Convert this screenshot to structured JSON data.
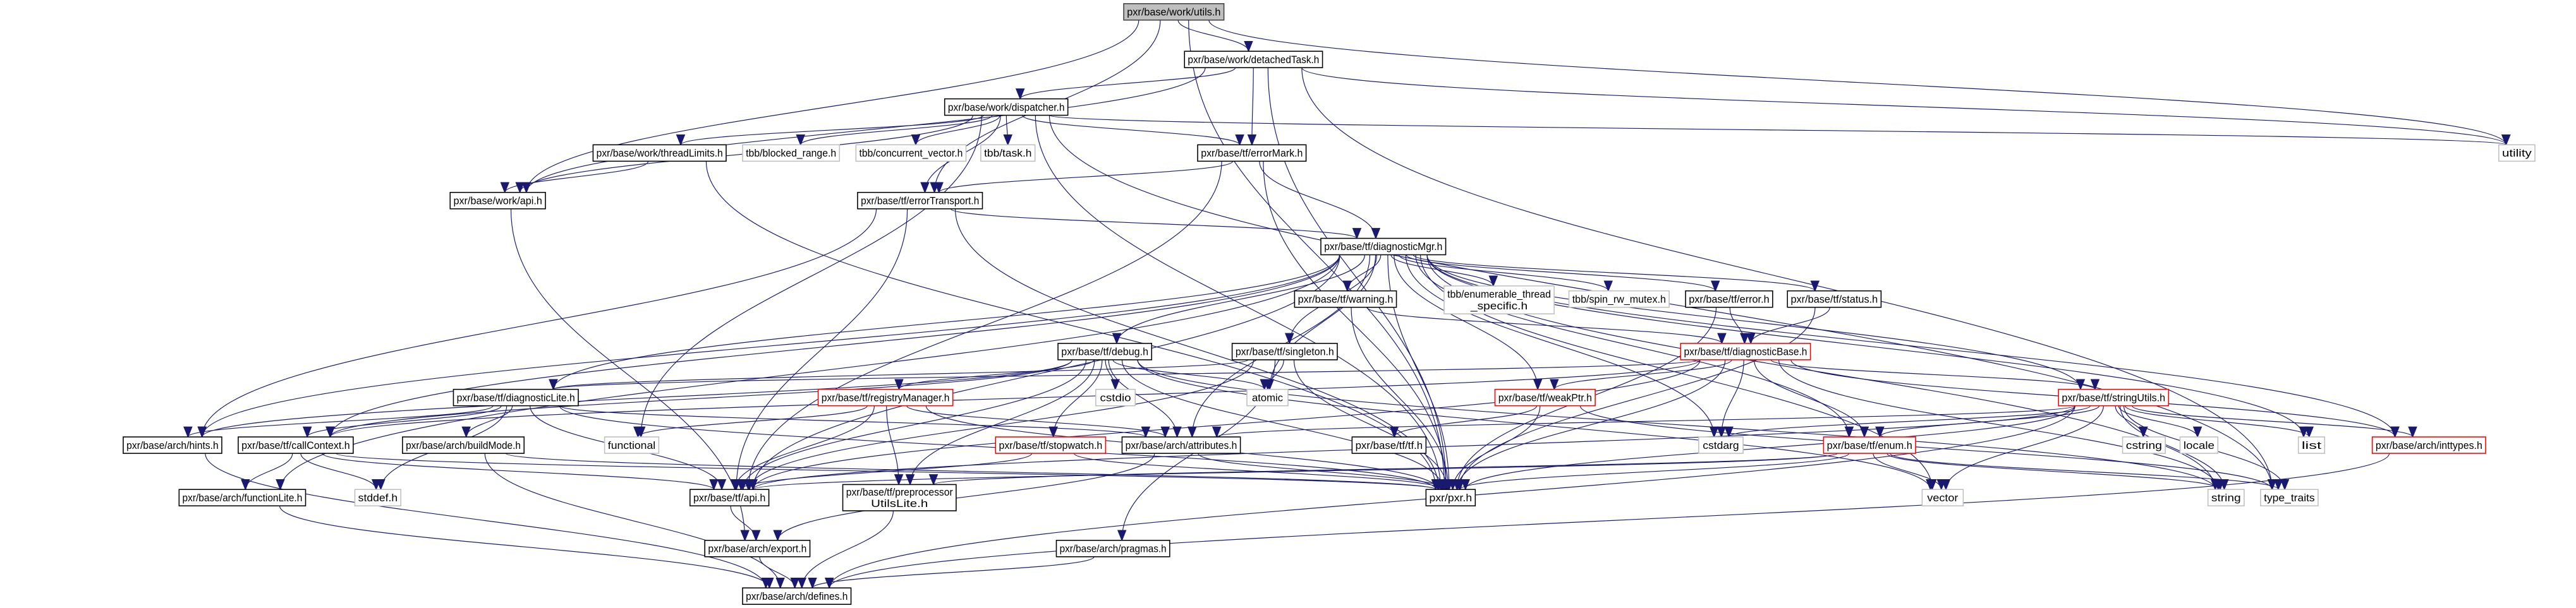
{
  "graph": {
    "colors": {
      "edge": "#191970",
      "current_fill": "#bfbfbf",
      "current_border": "#404040",
      "documented_border": "#000000",
      "external_border": "#bfbfbf",
      "truncated_border": "#ff0000"
    },
    "nodes": [
      {
        "id": "utils",
        "label": "pxr/base/work/utils.h",
        "kind": "current"
      },
      {
        "id": "detachedTask",
        "label": "pxr/base/work/detachedTask.h",
        "kind": "documented"
      },
      {
        "id": "dispatcher",
        "label": "pxr/base/work/dispatcher.h",
        "kind": "documented"
      },
      {
        "id": "threadLimits",
        "label": "pxr/base/work/threadLimits.h",
        "kind": "documented"
      },
      {
        "id": "blocked_range",
        "label": "tbb/blocked_range.h",
        "kind": "external"
      },
      {
        "id": "concurrent_vector",
        "label": "tbb/concurrent_vector.h",
        "kind": "external"
      },
      {
        "id": "task",
        "label": "tbb/task.h",
        "kind": "external"
      },
      {
        "id": "errorMark",
        "label": "pxr/base/tf/errorMark.h",
        "kind": "documented"
      },
      {
        "id": "utility",
        "label": "utility",
        "kind": "external"
      },
      {
        "id": "workApi",
        "label": "pxr/base/work/api.h",
        "kind": "documented"
      },
      {
        "id": "errorTransport",
        "label": "pxr/base/tf/errorTransport.h",
        "kind": "documented"
      },
      {
        "id": "diagnosticMgr",
        "label": "pxr/base/tf/diagnosticMgr.h",
        "kind": "documented"
      },
      {
        "id": "warning",
        "label": "pxr/base/tf/warning.h",
        "kind": "documented"
      },
      {
        "id": "enumerable",
        "label": "tbb/enumerable_thread\n_specific.h",
        "kind": "external"
      },
      {
        "id": "spin",
        "label": "tbb/spin_rw_mutex.h",
        "kind": "external"
      },
      {
        "id": "error",
        "label": "pxr/base/tf/error.h",
        "kind": "documented"
      },
      {
        "id": "status",
        "label": "pxr/base/tf/status.h",
        "kind": "documented"
      },
      {
        "id": "debug",
        "label": "pxr/base/tf/debug.h",
        "kind": "documented"
      },
      {
        "id": "singleton",
        "label": "pxr/base/tf/singleton.h",
        "kind": "documented"
      },
      {
        "id": "diagnosticBase",
        "label": "pxr/base/tf/diagnosticBase.h",
        "kind": "truncated"
      },
      {
        "id": "registryManager",
        "label": "pxr/base/tf/registryManager.h",
        "kind": "truncated"
      },
      {
        "id": "cstdio",
        "label": "cstdio",
        "kind": "external"
      },
      {
        "id": "atomic",
        "label": "atomic",
        "kind": "external"
      },
      {
        "id": "weakPtr",
        "label": "pxr/base/tf/weakPtr.h",
        "kind": "truncated"
      },
      {
        "id": "stringUtils",
        "label": "pxr/base/tf/stringUtils.h",
        "kind": "truncated"
      },
      {
        "id": "diagnosticLite",
        "label": "pxr/base/tf/diagnosticLite.h",
        "kind": "documented"
      },
      {
        "id": "hints",
        "label": "pxr/base/arch/hints.h",
        "kind": "documented"
      },
      {
        "id": "callContext",
        "label": "pxr/base/tf/callContext.h",
        "kind": "documented"
      },
      {
        "id": "buildMode",
        "label": "pxr/base/arch/buildMode.h",
        "kind": "documented"
      },
      {
        "id": "functional",
        "label": "functional",
        "kind": "external"
      },
      {
        "id": "stopwatch",
        "label": "pxr/base/tf/stopwatch.h",
        "kind": "truncated"
      },
      {
        "id": "attributes",
        "label": "pxr/base/arch/attributes.h",
        "kind": "documented"
      },
      {
        "id": "tf",
        "label": "pxr/base/tf/tf.h",
        "kind": "documented"
      },
      {
        "id": "cstdarg",
        "label": "cstdarg",
        "kind": "external"
      },
      {
        "id": "enum",
        "label": "pxr/base/tf/enum.h",
        "kind": "truncated"
      },
      {
        "id": "cstring",
        "label": "cstring",
        "kind": "external"
      },
      {
        "id": "locale",
        "label": "locale",
        "kind": "external"
      },
      {
        "id": "list",
        "label": "list",
        "kind": "external"
      },
      {
        "id": "inttypes",
        "label": "pxr/base/arch/inttypes.h",
        "kind": "truncated"
      },
      {
        "id": "functionLite",
        "label": "pxr/base/arch/functionLite.h",
        "kind": "documented"
      },
      {
        "id": "stddef",
        "label": "stddef.h",
        "kind": "external"
      },
      {
        "id": "tfApi",
        "label": "pxr/base/tf/api.h",
        "kind": "documented"
      },
      {
        "id": "preprocessor",
        "label": "pxr/base/tf/preprocessor\nUtilsLite.h",
        "kind": "documented"
      },
      {
        "id": "pxr",
        "label": "pxr/pxr.h",
        "kind": "documented"
      },
      {
        "id": "vector",
        "label": "vector",
        "kind": "external"
      },
      {
        "id": "string",
        "label": "string",
        "kind": "external"
      },
      {
        "id": "type_traits",
        "label": "type_traits",
        "kind": "external"
      },
      {
        "id": "export",
        "label": "pxr/base/arch/export.h",
        "kind": "documented"
      },
      {
        "id": "pragmas",
        "label": "pxr/base/arch/pragmas.h",
        "kind": "documented"
      },
      {
        "id": "defines",
        "label": "pxr/base/arch/defines.h",
        "kind": "documented"
      }
    ],
    "edges": [
      [
        "utils",
        "detachedTask"
      ],
      [
        "utils",
        "workApi"
      ],
      [
        "utils",
        "errorTransport"
      ],
      [
        "utils",
        "utility"
      ],
      [
        "utils",
        "pxr"
      ],
      [
        "detachedTask",
        "dispatcher"
      ],
      [
        "detachedTask",
        "errorMark"
      ],
      [
        "detachedTask",
        "workApi"
      ],
      [
        "detachedTask",
        "utility"
      ],
      [
        "detachedTask",
        "type_traits"
      ],
      [
        "detachedTask",
        "pxr"
      ],
      [
        "dispatcher",
        "threadLimits"
      ],
      [
        "dispatcher",
        "blocked_range"
      ],
      [
        "dispatcher",
        "concurrent_vector"
      ],
      [
        "dispatcher",
        "task"
      ],
      [
        "dispatcher",
        "errorMark"
      ],
      [
        "dispatcher",
        "errorTransport"
      ],
      [
        "dispatcher",
        "workApi"
      ],
      [
        "dispatcher",
        "pxr"
      ],
      [
        "dispatcher",
        "functional"
      ],
      [
        "dispatcher",
        "utility"
      ],
      [
        "dispatcher",
        "type_traits"
      ],
      [
        "threadLimits",
        "workApi"
      ],
      [
        "threadLimits",
        "pxr"
      ],
      [
        "workApi",
        "export"
      ],
      [
        "errorMark",
        "diagnosticMgr"
      ],
      [
        "errorMark",
        "errorTransport"
      ],
      [
        "errorMark",
        "tfApi"
      ],
      [
        "errorMark",
        "pxr"
      ],
      [
        "errorTransport",
        "diagnosticMgr"
      ],
      [
        "errorTransport",
        "hints"
      ],
      [
        "errorTransport",
        "tfApi"
      ],
      [
        "errorTransport",
        "pxr"
      ],
      [
        "diagnosticMgr",
        "warning"
      ],
      [
        "diagnosticMgr",
        "enumerable"
      ],
      [
        "diagnosticMgr",
        "spin"
      ],
      [
        "diagnosticMgr",
        "error"
      ],
      [
        "diagnosticMgr",
        "status"
      ],
      [
        "diagnosticMgr",
        "debug"
      ],
      [
        "diagnosticMgr",
        "singleton"
      ],
      [
        "diagnosticMgr",
        "weakPtr"
      ],
      [
        "diagnosticMgr",
        "stringUtils"
      ],
      [
        "diagnosticMgr",
        "enum"
      ],
      [
        "diagnosticMgr",
        "inttypes"
      ],
      [
        "diagnosticMgr",
        "callContext"
      ],
      [
        "diagnosticMgr",
        "hints"
      ],
      [
        "diagnosticMgr",
        "diagnosticLite"
      ],
      [
        "diagnosticMgr",
        "tfApi"
      ],
      [
        "diagnosticMgr",
        "pxr"
      ],
      [
        "diagnosticMgr",
        "atomic"
      ],
      [
        "diagnosticMgr",
        "cstdarg"
      ],
      [
        "diagnosticMgr",
        "list"
      ],
      [
        "diagnosticMgr",
        "string"
      ],
      [
        "diagnosticMgr",
        "vector"
      ],
      [
        "diagnosticMgr",
        "attributes"
      ],
      [
        "diagnosticMgr",
        "functionLite"
      ],
      [
        "warning",
        "diagnosticBase"
      ],
      [
        "warning",
        "pxr"
      ],
      [
        "error",
        "diagnosticBase"
      ],
      [
        "error",
        "pxr"
      ],
      [
        "status",
        "diagnosticBase"
      ],
      [
        "status",
        "pxr"
      ],
      [
        "debug",
        "registryManager"
      ],
      [
        "debug",
        "cstdio"
      ],
      [
        "debug",
        "atomic"
      ],
      [
        "debug",
        "stopwatch"
      ],
      [
        "debug",
        "attributes"
      ],
      [
        "debug",
        "preprocessor"
      ],
      [
        "debug",
        "tfApi"
      ],
      [
        "debug",
        "pxr"
      ],
      [
        "debug",
        "hints"
      ],
      [
        "debug",
        "string"
      ],
      [
        "debug",
        "vector"
      ],
      [
        "debug",
        "callContext"
      ],
      [
        "singleton",
        "atomic"
      ],
      [
        "singleton",
        "pxr"
      ],
      [
        "singleton",
        "pragmas"
      ],
      [
        "singleton",
        "tfApi"
      ],
      [
        "singleton",
        "diagnosticLite"
      ],
      [
        "diagnosticBase",
        "weakPtr"
      ],
      [
        "diagnosticBase",
        "stringUtils"
      ],
      [
        "diagnosticBase",
        "enum"
      ],
      [
        "diagnosticBase",
        "cstdarg"
      ],
      [
        "diagnosticBase",
        "callContext"
      ],
      [
        "diagnosticBase",
        "inttypes"
      ],
      [
        "diagnosticBase",
        "pxr"
      ],
      [
        "diagnosticBase",
        "tfApi"
      ],
      [
        "diagnosticBase",
        "diagnosticLite"
      ],
      [
        "diagnosticBase",
        "string"
      ],
      [
        "registryManager",
        "functional"
      ],
      [
        "registryManager",
        "attributes"
      ],
      [
        "registryManager",
        "tfApi"
      ],
      [
        "registryManager",
        "preprocessor"
      ],
      [
        "registryManager",
        "pxr"
      ],
      [
        "weakPtr",
        "tf"
      ],
      [
        "weakPtr",
        "pxr"
      ],
      [
        "weakPtr",
        "type_traits"
      ],
      [
        "stringUtils",
        "cstring"
      ],
      [
        "stringUtils",
        "locale"
      ],
      [
        "stringUtils",
        "list"
      ],
      [
        "stringUtils",
        "inttypes"
      ],
      [
        "stringUtils",
        "string"
      ],
      [
        "stringUtils",
        "vector"
      ],
      [
        "stringUtils",
        "type_traits"
      ],
      [
        "stringUtils",
        "enum"
      ],
      [
        "stringUtils",
        "attributes"
      ],
      [
        "stringUtils",
        "pxr"
      ],
      [
        "stringUtils",
        "tfApi"
      ],
      [
        "stringUtils",
        "cstdarg"
      ],
      [
        "stringUtils",
        "defines"
      ],
      [
        "diagnosticLite",
        "hints"
      ],
      [
        "diagnosticLite",
        "callContext"
      ],
      [
        "diagnosticLite",
        "buildMode"
      ],
      [
        "diagnosticLite",
        "stddef"
      ],
      [
        "diagnosticLite",
        "tfApi"
      ],
      [
        "diagnosticLite",
        "attributes"
      ],
      [
        "diagnosticLite",
        "pxr"
      ],
      [
        "callContext",
        "functionLite"
      ],
      [
        "callContext",
        "stddef"
      ],
      [
        "callContext",
        "tfApi"
      ],
      [
        "callContext",
        "pxr"
      ],
      [
        "buildMode",
        "defines"
      ],
      [
        "buildMode",
        "pxr"
      ],
      [
        "hints",
        "defines"
      ],
      [
        "stopwatch",
        "tfApi"
      ],
      [
        "stopwatch",
        "pxr"
      ],
      [
        "attributes",
        "export"
      ],
      [
        "attributes",
        "pxr"
      ],
      [
        "enum",
        "string"
      ],
      [
        "enum",
        "vector"
      ],
      [
        "enum",
        "type_traits"
      ],
      [
        "enum",
        "tfApi"
      ],
      [
        "enum",
        "preprocessor"
      ],
      [
        "enum",
        "pxr"
      ],
      [
        "inttypes",
        "defines"
      ],
      [
        "functionLite",
        "defines"
      ],
      [
        "tfApi",
        "export"
      ],
      [
        "preprocessor",
        "defines"
      ],
      [
        "export",
        "defines"
      ],
      [
        "pragmas",
        "defines"
      ]
    ]
  }
}
